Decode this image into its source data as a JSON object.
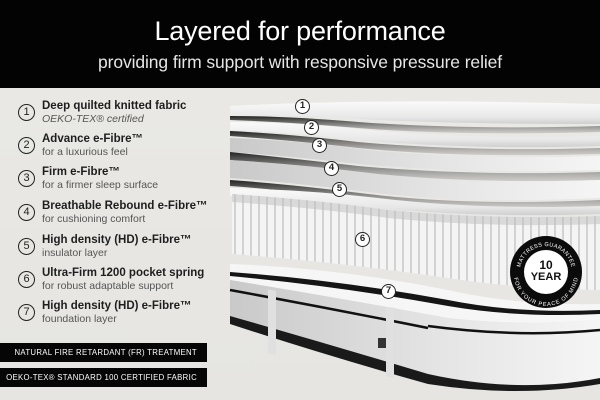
{
  "header": {
    "title": "Layered for performance",
    "subtitle": "providing firm support with responsive pressure relief"
  },
  "layers": [
    {
      "number": "1",
      "title": "Deep quilted knitted fabric",
      "subtitle": "OEKO-TEX® certified",
      "subtitle_italic": true
    },
    {
      "number": "2",
      "title": "Advance e-Fibre™",
      "subtitle": "for a luxurious feel"
    },
    {
      "number": "3",
      "title": "Firm e-Fibre™",
      "subtitle": "for a firmer sleep surface"
    },
    {
      "number": "4",
      "title": "Breathable Rebound e-Fibre™",
      "subtitle": "for cushioning comfort"
    },
    {
      "number": "5",
      "title": "High density (HD) e-Fibre™",
      "subtitle": "insulator layer"
    },
    {
      "number": "6",
      "title": "Ultra-Firm 1200 pocket spring",
      "subtitle": "for robust adaptable support"
    },
    {
      "number": "7",
      "title": "High density (HD) e-Fibre™",
      "subtitle": "foundation layer"
    }
  ],
  "certifications": [
    "NATURAL FIRE RETARDANT (FR) TREATMENT",
    "OEKO-TEX® STANDARD 100 CERTIFIED FABRIC"
  ],
  "guarantee": {
    "top_arc": "MATTRESS GUARANTEE",
    "years": "10",
    "unit": "YEAR",
    "bottom_arc": "FOR YOUR PEACE OF MIND"
  },
  "callouts": [
    "1",
    "2",
    "3",
    "4",
    "5",
    "6",
    "7"
  ],
  "colors": {
    "header_bg": "#030303",
    "page_bg": "#e7e6e2",
    "badge_bg": "#060606",
    "text_dark": "#1e1e1e",
    "text_muted": "#555555"
  }
}
